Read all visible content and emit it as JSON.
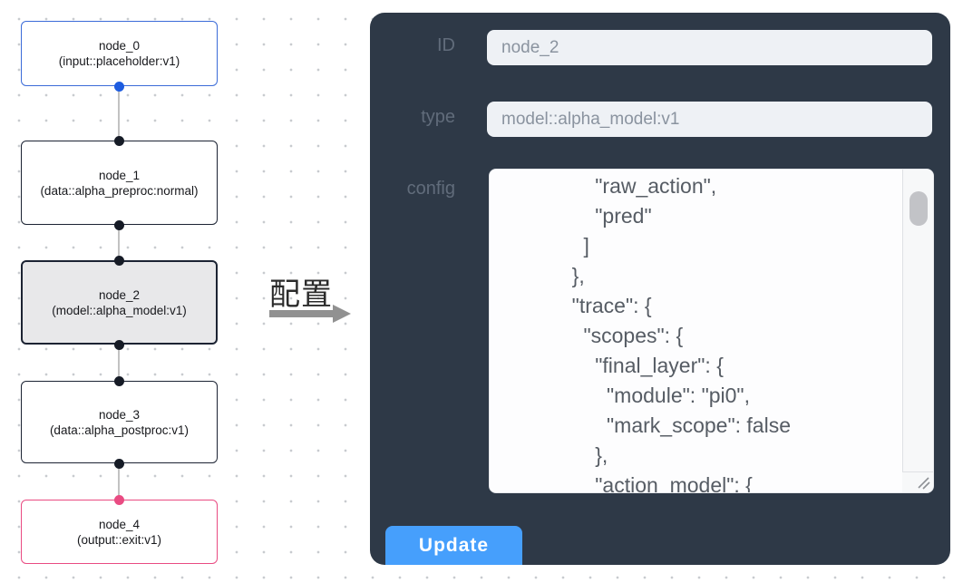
{
  "flow": {
    "nodes": [
      {
        "id": "node_0",
        "name": "node_0",
        "type": "(input::placeholder:v1)",
        "border_color": "#3b6bd8",
        "selected": false
      },
      {
        "id": "node_1",
        "name": "node_1",
        "type": "(data::alpha_preproc:normal)",
        "border_color": "#1c2333",
        "selected": false
      },
      {
        "id": "node_2",
        "name": "node_2",
        "type": "(model::alpha_model:v1)",
        "border_color": "#1c2333",
        "selected": true
      },
      {
        "id": "node_3",
        "name": "node_3",
        "type": "(data::alpha_postproc:v1)",
        "border_color": "#1c2333",
        "selected": false
      },
      {
        "id": "node_4",
        "name": "node_4",
        "type": "(output::exit:v1)",
        "border_color": "#e94b82",
        "selected": false
      }
    ],
    "edges": [
      [
        "node_0",
        "node_1"
      ],
      [
        "node_1",
        "node_2"
      ],
      [
        "node_2",
        "node_3"
      ],
      [
        "node_3",
        "node_4"
      ]
    ],
    "transfer_label": "配置"
  },
  "panel": {
    "id_field": {
      "label": "ID",
      "value": "node_2"
    },
    "type_field": {
      "label": "type",
      "value": "model::alpha_model:v1"
    },
    "config_field": {
      "label": "config",
      "value": "                \"raw_action\",\n                \"pred\"\n              ]\n            },\n            \"trace\": {\n              \"scopes\": {\n                \"final_layer\": {\n                  \"module\": \"pi0\",\n                  \"mark_scope\": false\n                },\n                \"action_model\": {"
    },
    "update_button_label": "Update"
  },
  "colors": {
    "panel_bg": "#2e3947",
    "button_blue": "#469ffc",
    "input_node_border": "#3b6bd8",
    "output_node_border": "#e94b82",
    "selected_node_bg": "#e8e8ea",
    "port_blue": "#1d5ce0",
    "port_dark": "#161b26",
    "port_pink": "#e94b82",
    "field_bg": "#eef1f5"
  }
}
